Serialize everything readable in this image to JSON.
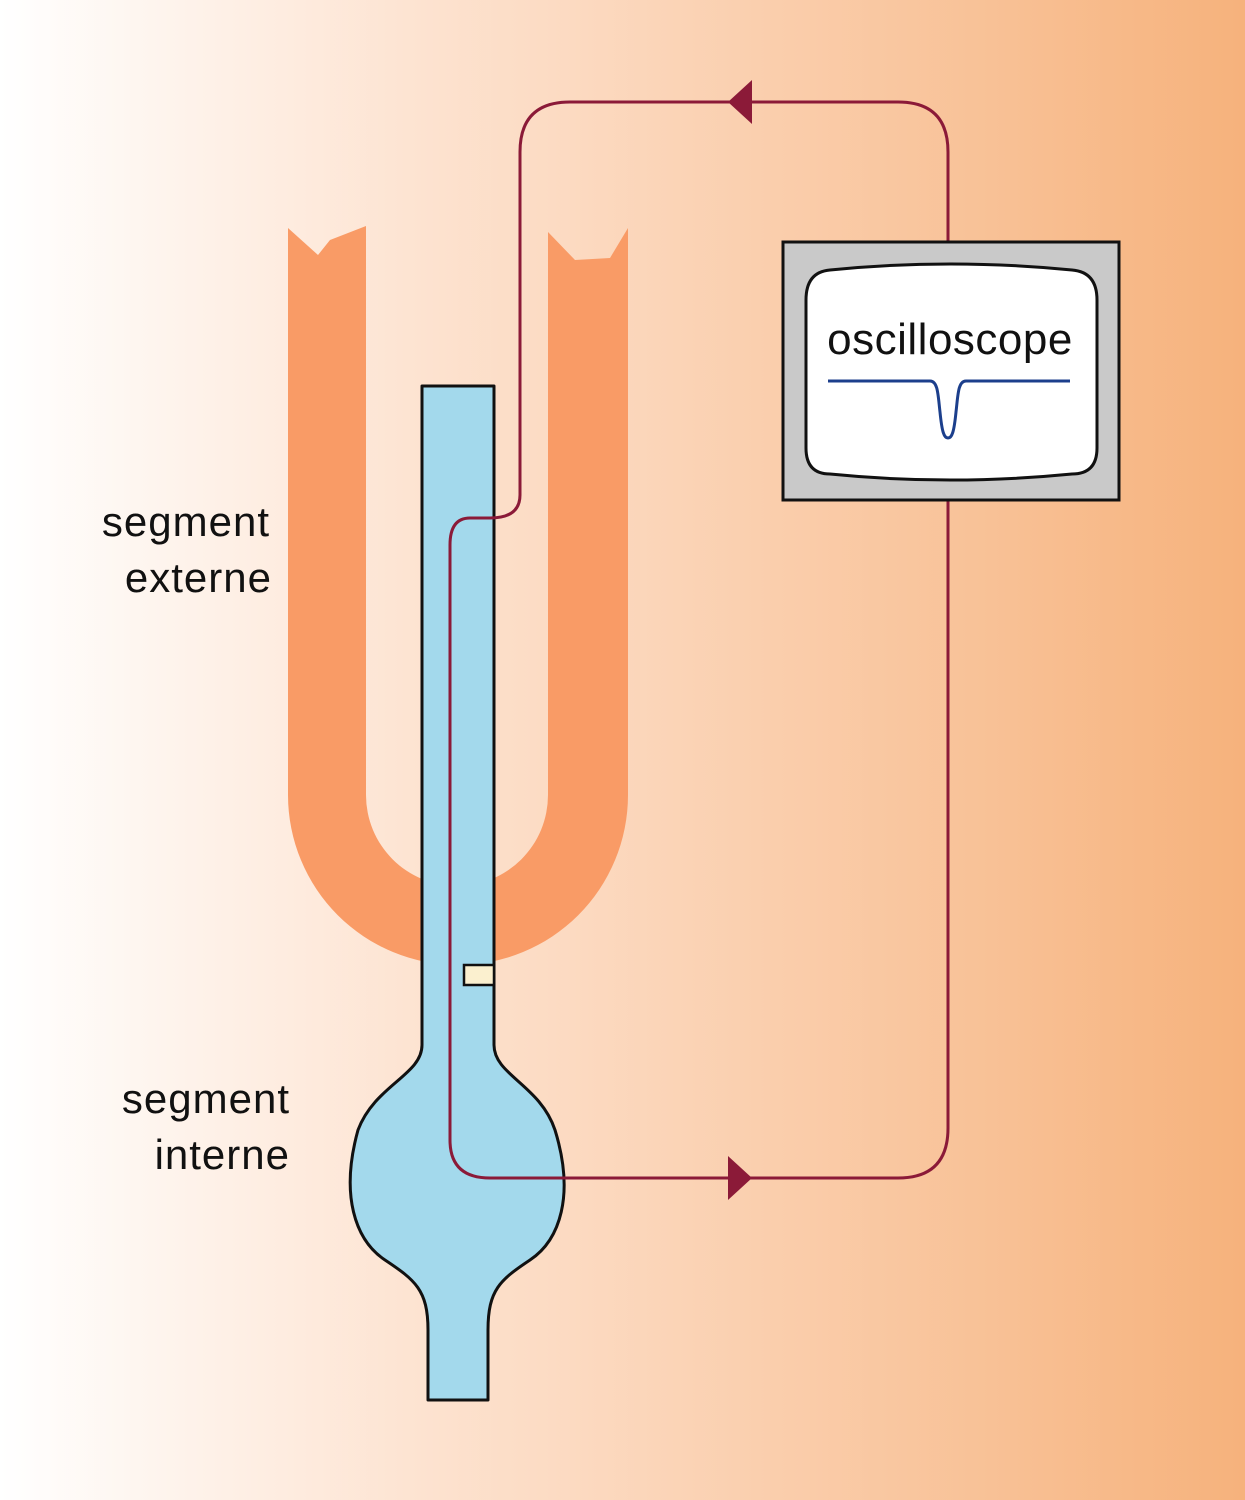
{
  "labels": {
    "outer_segment_line1": "segment",
    "outer_segment_line2": "externe",
    "inner_segment_line1": "segment",
    "inner_segment_line2": "interne",
    "oscilloscope": "oscilloscope"
  },
  "colors": {
    "background_left": "#ffffff",
    "background_right": "#f6b27c",
    "outer_segment": "#f99b66",
    "cell": "#a3d9ec",
    "wire": "#8b1a38",
    "oscilloscope_frame": "#c9c9c9",
    "oscilloscope_screen": "#ffffff",
    "trace": "#1c3f8c",
    "electrode_tip": "#fbf0cf"
  }
}
